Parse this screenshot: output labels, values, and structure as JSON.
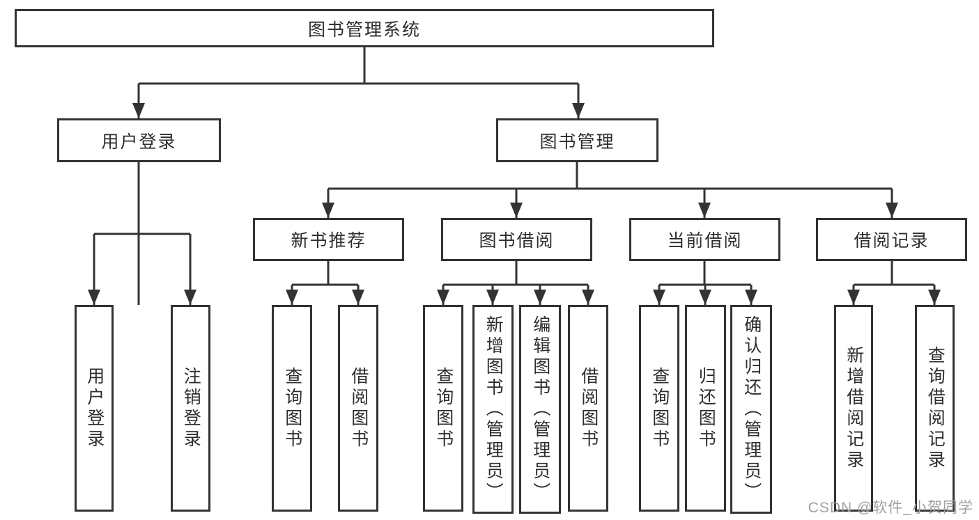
{
  "tree": {
    "root": {
      "label": "图书管理系统",
      "children": [
        {
          "label": "用户登录",
          "children": [
            {
              "label": "用户登录"
            },
            {
              "label": "注销登录"
            }
          ]
        },
        {
          "label": "图书管理",
          "children": [
            {
              "label": "新书推荐",
              "children": [
                {
                  "label": "查询图书"
                },
                {
                  "label": "借阅图书"
                }
              ]
            },
            {
              "label": "图书借阅",
              "children": [
                {
                  "label": "查询图书"
                },
                {
                  "label": "新增图书（管理员）"
                },
                {
                  "label": "编辑图书（管理员）"
                },
                {
                  "label": "借阅图书"
                }
              ]
            },
            {
              "label": "当前借阅",
              "children": [
                {
                  "label": "查询图书"
                },
                {
                  "label": "归还图书"
                },
                {
                  "label": "确认归还（管理员）"
                }
              ]
            },
            {
              "label": "借阅记录",
              "children": [
                {
                  "label": "新增借阅记录"
                },
                {
                  "label": "查询借阅记录"
                }
              ]
            }
          ]
        }
      ]
    }
  },
  "watermark": {
    "text": "CSDN @软件_小贺同学"
  },
  "colors": {
    "line": "#333333",
    "box_border": "#333333",
    "text": "#2d2d2d",
    "watermark": "#a0a0a0",
    "background": "#ffffff"
  }
}
